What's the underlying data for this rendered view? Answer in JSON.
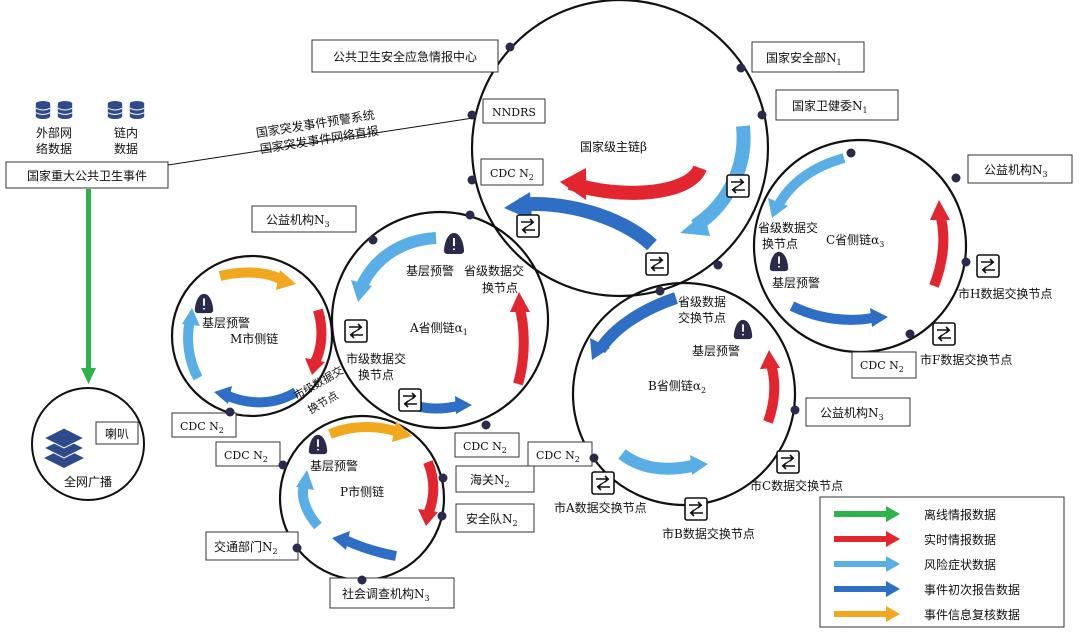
{
  "colors": {
    "green": "#2db34a",
    "red": "#e32530",
    "light_blue": "#5aaee6",
    "blue": "#2f6ec5",
    "orange": "#f2a81e",
    "node": "#2a2a4a"
  },
  "left_panel": {
    "ext_data": "外部网络数据",
    "ext_data_l1": "外部网",
    "ext_data_l2": "络数据",
    "chain_data_l1": "链内",
    "chain_data_l2": "数据",
    "event_box": "国家重大公共卫生事件",
    "warning_system": "国家突发事件预警系统",
    "direct_report": "国家突发事件网络直报",
    "broadcast_label": "全网广播",
    "speaker_box": "喇叭"
  },
  "main_chain": {
    "title": "国家级主链β",
    "intel_center": "公共卫生安全应急情报中心",
    "nndrs": "NNDRS",
    "security": "国家安全部N",
    "security_sub": "1",
    "health": "国家卫健委N",
    "health_sub": "1",
    "cdc": "CDC N",
    "cdc_sub": "2"
  },
  "province_a": {
    "title": "A省侧链α",
    "title_sub": "1",
    "welfare": "公益机构N",
    "welfare_sub": "3",
    "warning": "基层预警",
    "exchange_l1": "省级数据交",
    "exchange_l2": "换节点",
    "city_exchange_l1": "市级数据交",
    "city_exchange_l2": "换节点",
    "cdc": "CDC N",
    "cdc_sub": "2"
  },
  "city_m": {
    "title": "M市侧链",
    "warning": "基层预警",
    "cdc": "CDC N",
    "cdc_sub": "2"
  },
  "city_p": {
    "title": "P市侧链",
    "warning": "基层预警",
    "exchange_l1": "市级数据交",
    "exchange_l2": "换节点",
    "cdc": "CDC N",
    "cdc_sub": "2",
    "customs": "海关N",
    "customs_sub": "2",
    "security_team": "安全队N",
    "security_team_sub": "2",
    "traffic": "交通部门N",
    "traffic_sub": "2",
    "survey": "社会调查机构N",
    "survey_sub": "3"
  },
  "province_b": {
    "title": "B省侧链α",
    "title_sub": "2",
    "exchange_l1": "省级数据",
    "exchange_l2": "交换节点",
    "warning": "基层预警",
    "welfare": "公益机构N",
    "welfare_sub": "3",
    "cdc": "CDC N",
    "cdc_sub": "2",
    "city_a": "市A数据交换节点",
    "city_b": "市B数据交换节点",
    "city_c": "市C数据交换节点"
  },
  "province_c": {
    "title": "C省侧链α",
    "title_sub": "3",
    "exchange_l1": "省级数据交",
    "exchange_l2": "换节点",
    "warning": "基层预警",
    "welfare": "公益机构N",
    "welfare_sub": "3",
    "cdc": "CDC N",
    "cdc_sub": "2",
    "city_h": "市H数据交换节点",
    "city_f": "市F数据交换节点"
  },
  "legend": [
    {
      "label": "离线情报数据",
      "color": "#2db34a"
    },
    {
      "label": "实时情报数据",
      "color": "#e32530"
    },
    {
      "label": "风险症状数据",
      "color": "#5aaee6"
    },
    {
      "label": "事件初次报告数据",
      "color": "#2f6ec5"
    },
    {
      "label": "事件信息复核数据",
      "color": "#f2a81e"
    }
  ]
}
